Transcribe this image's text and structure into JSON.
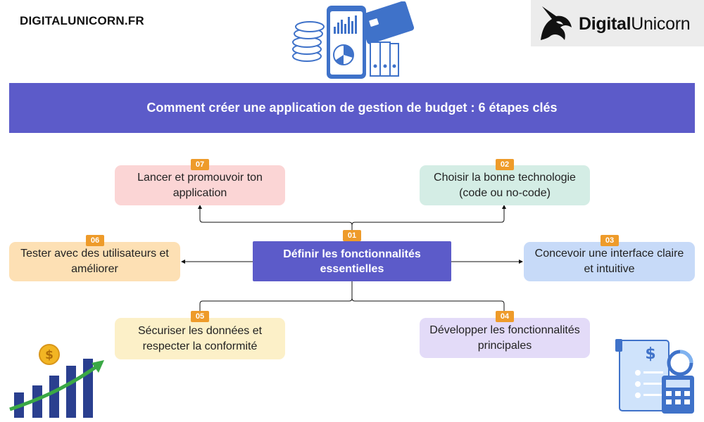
{
  "site_name": "DIGITALUNICORN.FR",
  "logo": {
    "part1": "Digital",
    "part2": "Unicorn"
  },
  "title": "Comment créer une application de gestion de budget : 6 étapes clés",
  "center": {
    "number": "01",
    "text": "Définir les fonctionnalités essentielles"
  },
  "steps": [
    {
      "number": "02",
      "text": "Choisir la bonne technologie (code ou no-code)",
      "color": "#d4ede5"
    },
    {
      "number": "03",
      "text": "Concevoir une interface claire et intuitive",
      "color": "#c7daf8"
    },
    {
      "number": "04",
      "text": "Développer les fonctionnalités principales",
      "color": "#e3dbf8"
    },
    {
      "number": "05",
      "text": "Sécuriser les données et respecter la conformité",
      "color": "#fcf0c8"
    },
    {
      "number": "06",
      "text": "Tester avec des utilisateurs et améliorer",
      "color": "#fde0b4"
    },
    {
      "number": "07",
      "text": "Lancer et promouvoir ton application",
      "color": "#fbd5d5"
    }
  ],
  "colors": {
    "banner": "#5c5bc9",
    "badge": "#ee9b2a",
    "illustration_blue": "#3f72c9"
  },
  "icons": [
    "phone-finance-icon",
    "credit-card-icon",
    "coins-icon",
    "folders-icon",
    "unicorn-icon",
    "growth-chart-icon",
    "dollar-coin-icon",
    "budget-document-icon",
    "calculator-icon"
  ]
}
